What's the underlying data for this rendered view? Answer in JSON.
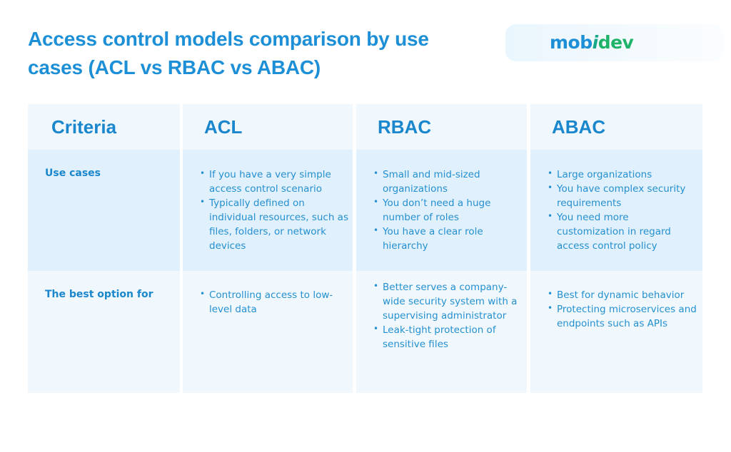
{
  "title": "Access control models comparison by use cases (ACL vs RBAC vs ABAC)",
  "logo": {
    "part1": "mob",
    "part2": "i",
    "part3": "dev",
    "colors": {
      "blue": "#1c8fd6",
      "green": "#1fb36a"
    }
  },
  "table": {
    "headers": [
      "Criteria",
      "ACL",
      "RBAC",
      "ABAC"
    ],
    "rows": [
      {
        "criterion": "Use cases",
        "acl": [
          "If you have a very simple access control scenario",
          "Typically defined on individual resources, such as files, folders, or network devices"
        ],
        "rbac": [
          "Small and mid-sized organizations",
          "You don’t need a huge number of roles",
          "You have a clear role hierarchy"
        ],
        "abac": [
          "Large organizations",
          "You have complex security requirements",
          "You need more customization in regard access control policy"
        ]
      },
      {
        "criterion": "The best option for",
        "acl": [
          "Controlling access to low-level data"
        ],
        "rbac": [
          "Better serves a company-wide security system with a supervising administrator",
          "Leak-tight protection of sensitive files"
        ],
        "abac": [
          "Best for dynamic behavior",
          "Protecting microservices and endpoints such as APIs"
        ]
      }
    ]
  },
  "colors": {
    "accent": "#1c8fd6",
    "header_bg": "#f0f8fe",
    "row1_bg": "#e0f0fc",
    "row2_bg": "#f0f8fe"
  }
}
